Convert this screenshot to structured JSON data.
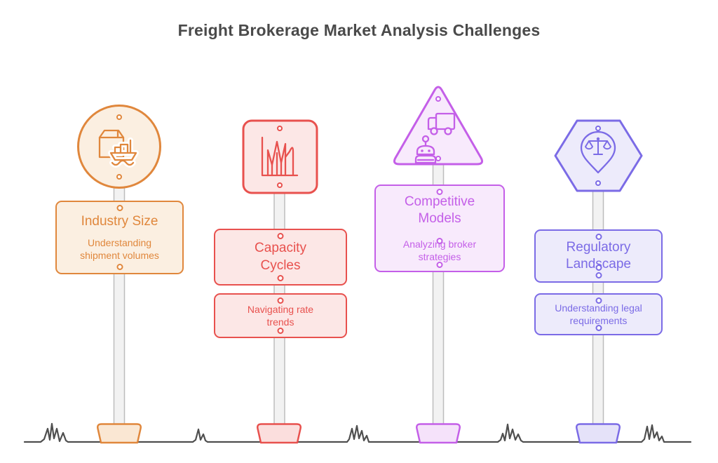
{
  "title": "Freight Brokerage Market Analysis Challenges",
  "palette": {
    "title_text": "#4A4A4A",
    "ground_line": "#4F4F4F",
    "post_fill": "#F2F2F2",
    "post_border": "#BDBDBD"
  },
  "groups": [
    {
      "id": "industry-size",
      "shape": "circle",
      "icon": "package-ship-icon",
      "accent": "#E0873C",
      "fill": "#FBEFE1",
      "title": "Industry Size",
      "subtitle": "Understanding shipment volumes"
    },
    {
      "id": "capacity-cycles",
      "shape": "rounded-square",
      "icon": "rate-chart-icon",
      "accent": "#E8514E",
      "fill": "#FCE7E6",
      "title": "Capacity Cycles",
      "subtitle": "Navigating rate trends"
    },
    {
      "id": "competitive-models",
      "shape": "triangle",
      "icon": "truck-robot-icon",
      "accent": "#C45FE8",
      "fill": "#F8EAFC",
      "title": "Competitive Models",
      "subtitle": "Analyzing broker strategies"
    },
    {
      "id": "regulatory-landscape",
      "shape": "hexagon",
      "icon": "scales-pin-icon",
      "accent": "#7B6BE6",
      "fill": "#EDEBFB",
      "title": "Regulatory Landscape",
      "subtitle": "Understanding legal requirements"
    }
  ]
}
